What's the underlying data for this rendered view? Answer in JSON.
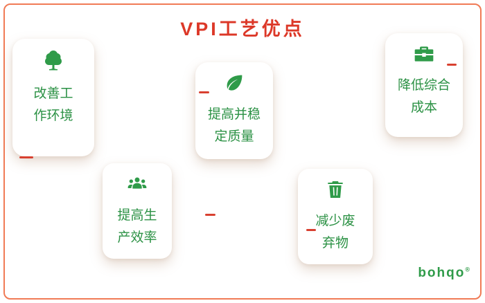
{
  "page": {
    "title": "VPI工艺优点",
    "logo_text": "bohqo",
    "logo_reg": "®"
  },
  "colors": {
    "frame_border": "#f07a55",
    "title_red": "#dc3828",
    "card_green": "#2b9144",
    "icon_green": "#2f9b49",
    "accent_dash": "#d84030"
  },
  "cards": [
    {
      "name": "improve-work-environment",
      "icon": "tree-icon",
      "line1": "改善工",
      "line2": "作环境"
    },
    {
      "name": "improve-stabilize-quality",
      "icon": "leaf-icon",
      "line1": "提高并稳",
      "line2": "定质量"
    },
    {
      "name": "reduce-overall-cost",
      "icon": "briefcase-icon",
      "line1": "降低综合",
      "line2": "成本"
    },
    {
      "name": "improve-production-efficiency",
      "icon": "team-icon",
      "line1": "提高生",
      "line2": "产效率"
    },
    {
      "name": "reduce-waste",
      "icon": "trash-icon",
      "line1": "减少废",
      "line2": "弃物"
    }
  ]
}
